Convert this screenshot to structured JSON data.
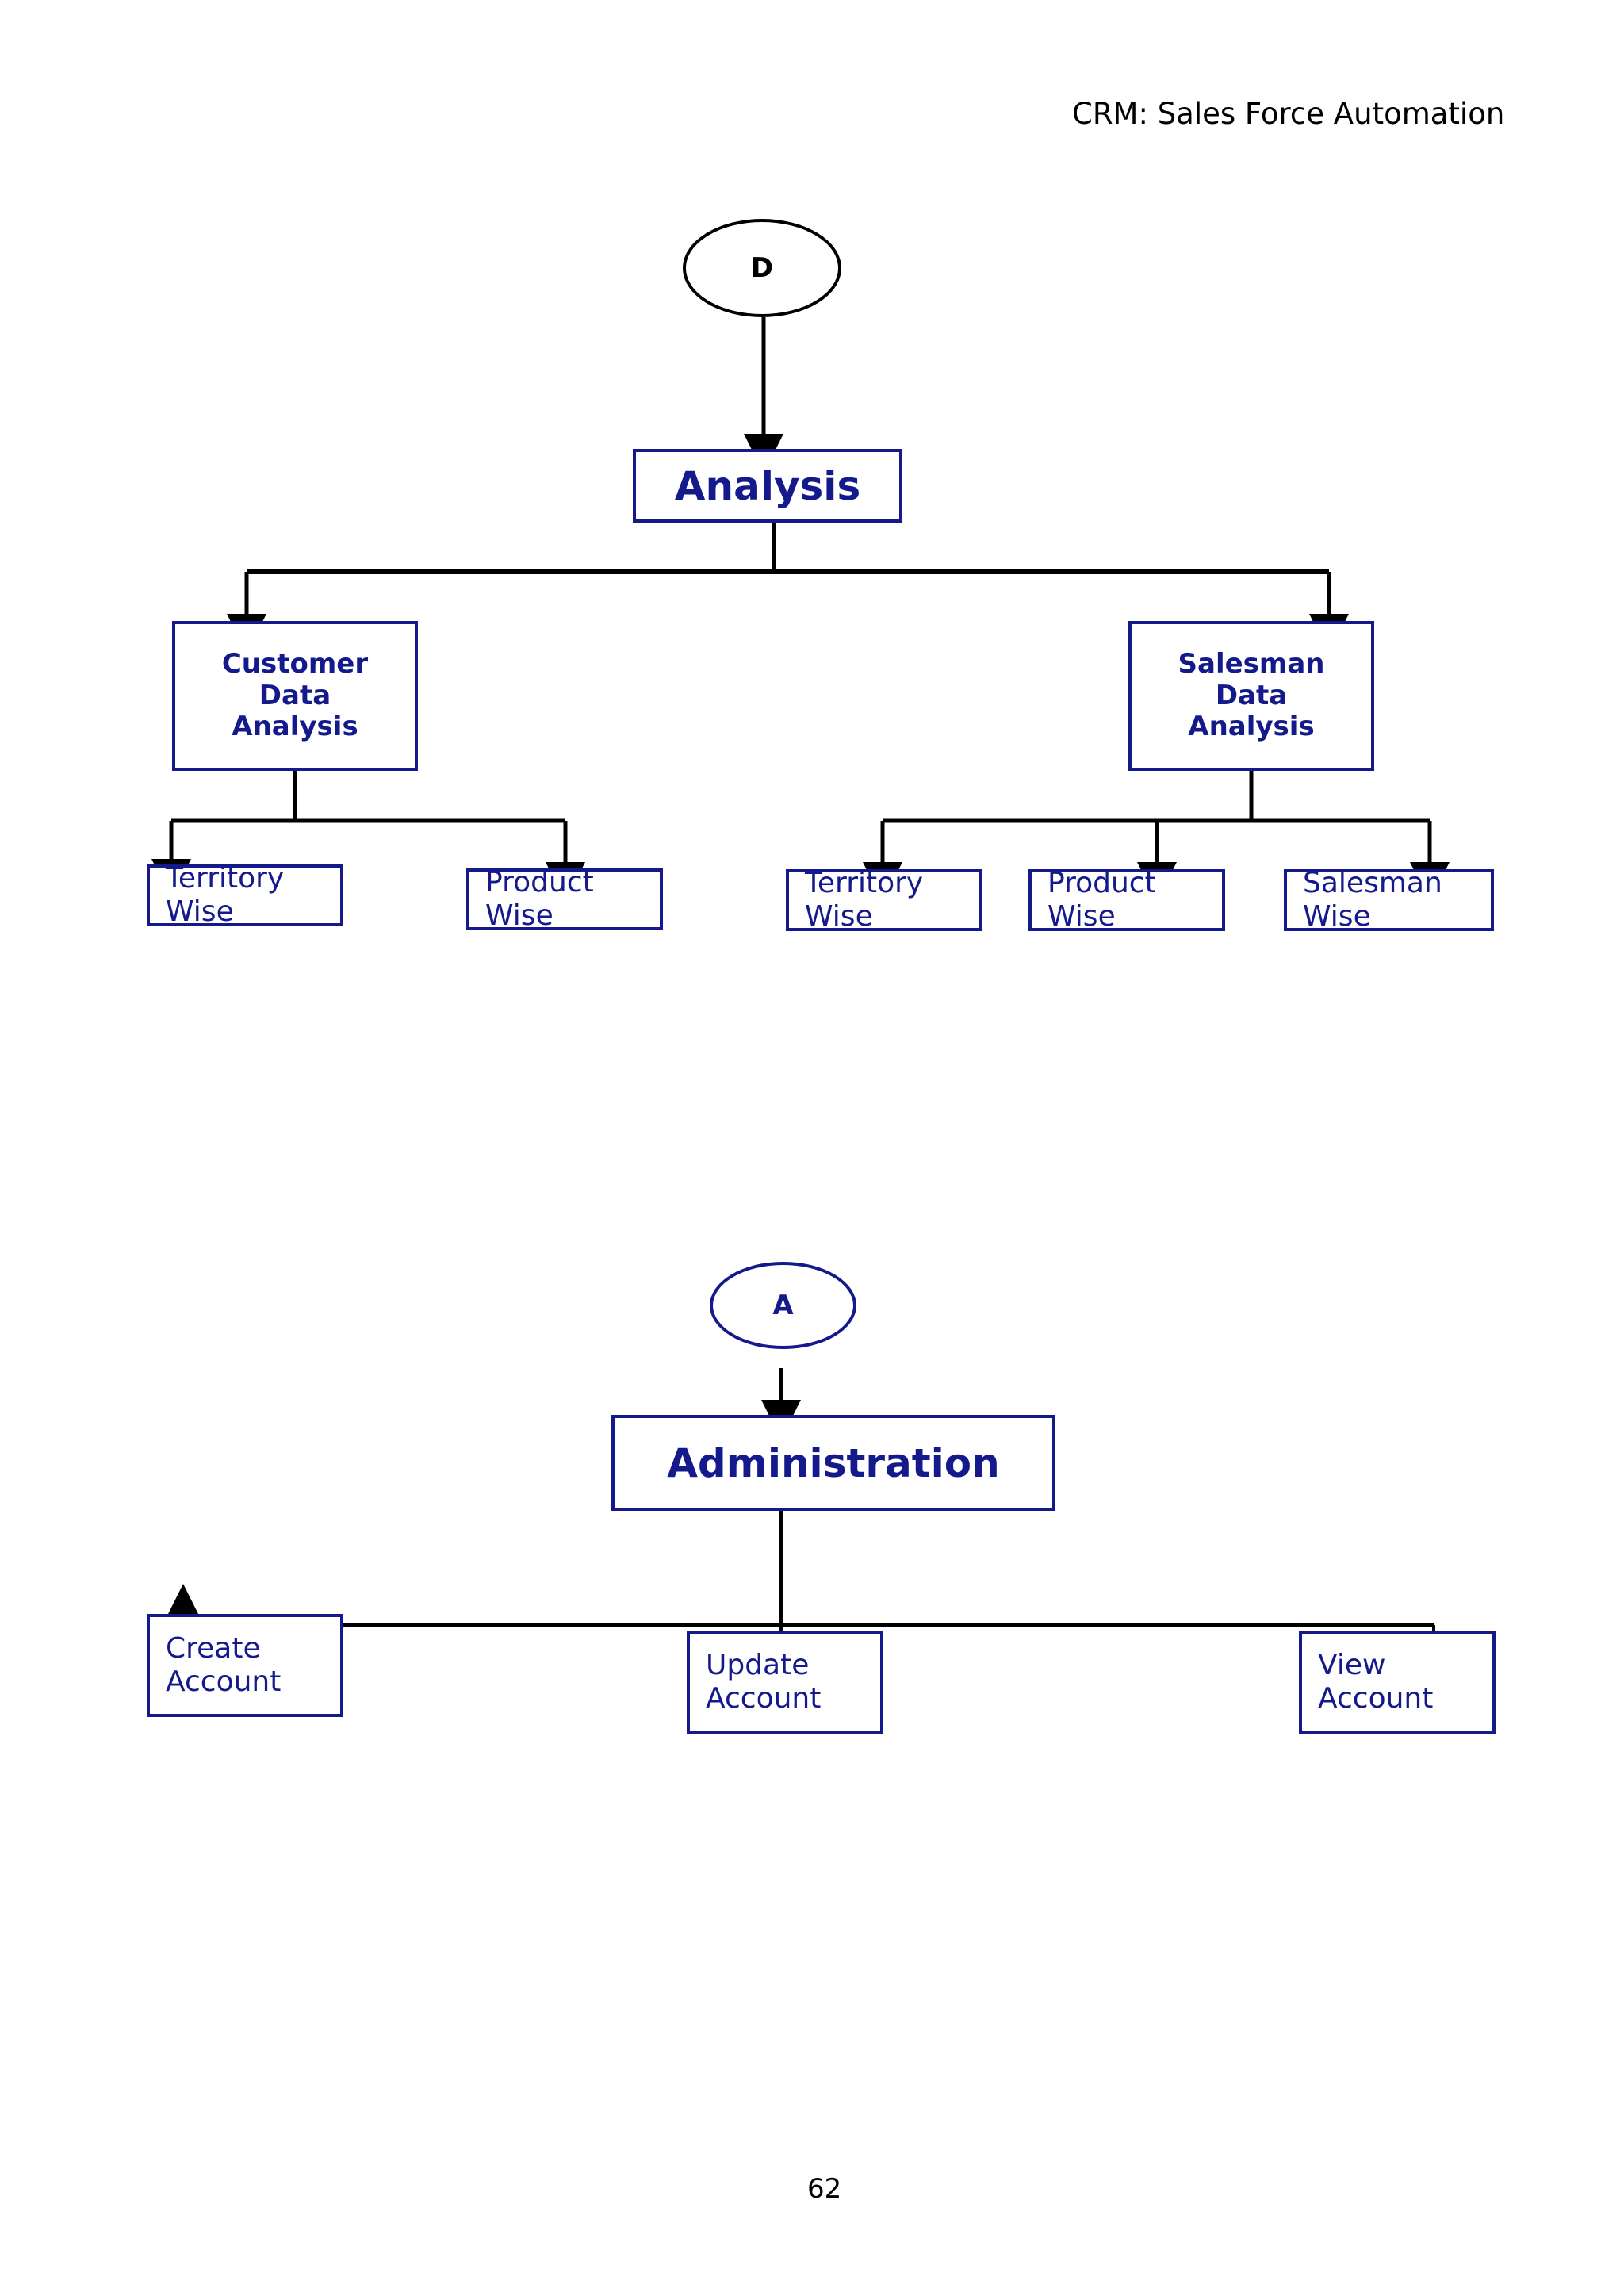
{
  "page": {
    "header": "CRM: Sales Force Automation",
    "page_number": "62",
    "colors": {
      "navy": "#141a8c",
      "black": "#000000",
      "background": "#ffffff"
    }
  },
  "diagram_top": {
    "connector": {
      "label": "D",
      "shape": "ellipse"
    },
    "root": {
      "label": "Analysis"
    },
    "branches": [
      {
        "label": "Customer\nData\nAnalysis",
        "children": [
          {
            "label": "Territory\nWise"
          },
          {
            "label": "Product\nWise"
          }
        ]
      },
      {
        "label": "Salesman\nData\nAnalysis",
        "children": [
          {
            "label": "Territory\nWise"
          },
          {
            "label": "Product\nWise"
          },
          {
            "label": "Salesman\nWise"
          }
        ]
      }
    ]
  },
  "diagram_bottom": {
    "connector": {
      "label": "A",
      "shape": "ellipse"
    },
    "root": {
      "label": "Administration"
    },
    "children": [
      {
        "label": "Create\nAccount"
      },
      {
        "label": "Update\nAccount"
      },
      {
        "label": "View\nAccount"
      }
    ]
  }
}
